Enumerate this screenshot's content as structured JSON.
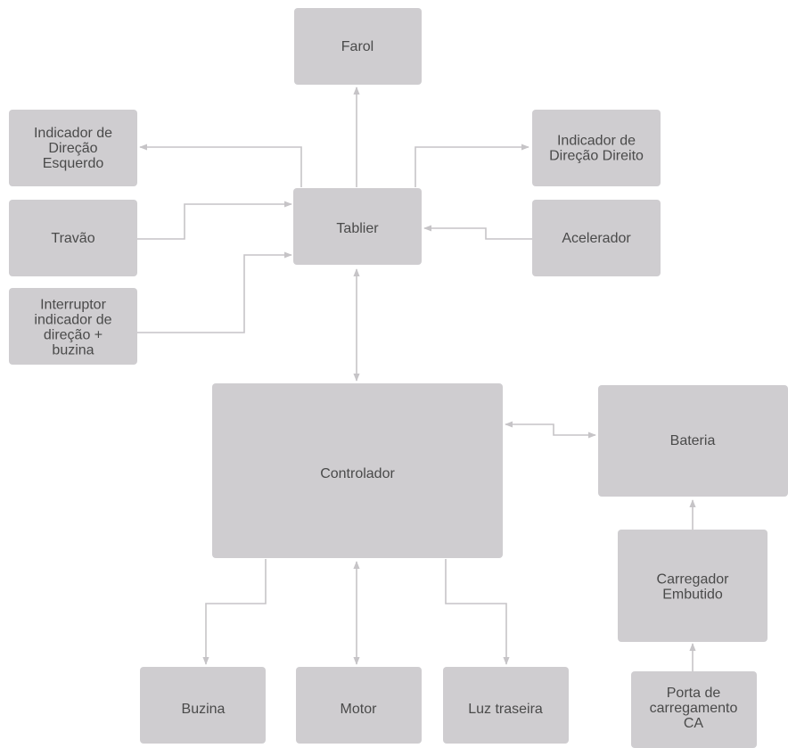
{
  "nodes": {
    "farol": {
      "lines": [
        "Farol"
      ]
    },
    "ind_esq": {
      "lines": [
        "Indicador de",
        "Direção",
        "Esquerdo"
      ]
    },
    "ind_dir": {
      "lines": [
        "Indicador de",
        "Direção Direito"
      ]
    },
    "travao": {
      "lines": [
        "Travão"
      ]
    },
    "tablier": {
      "lines": [
        "Tablier"
      ]
    },
    "acelerador": {
      "lines": [
        "Acelerador"
      ]
    },
    "interruptor": {
      "lines": [
        "Interruptor",
        "indicador de",
        "direção +",
        "buzina"
      ]
    },
    "controlador": {
      "lines": [
        "Controlador"
      ]
    },
    "bateria": {
      "lines": [
        "Bateria"
      ]
    },
    "carregador": {
      "lines": [
        "Carregador",
        "Embutido"
      ]
    },
    "buzina": {
      "lines": [
        "Buzina"
      ]
    },
    "motor": {
      "lines": [
        "Motor"
      ]
    },
    "luz": {
      "lines": [
        "Luz traseira"
      ]
    },
    "porta": {
      "lines": [
        "Porta de",
        "carregamento",
        "CA"
      ]
    }
  },
  "colors": {
    "box": "#cfcdd0",
    "text": "#4a4a4a",
    "line": "#c6c4c7"
  }
}
